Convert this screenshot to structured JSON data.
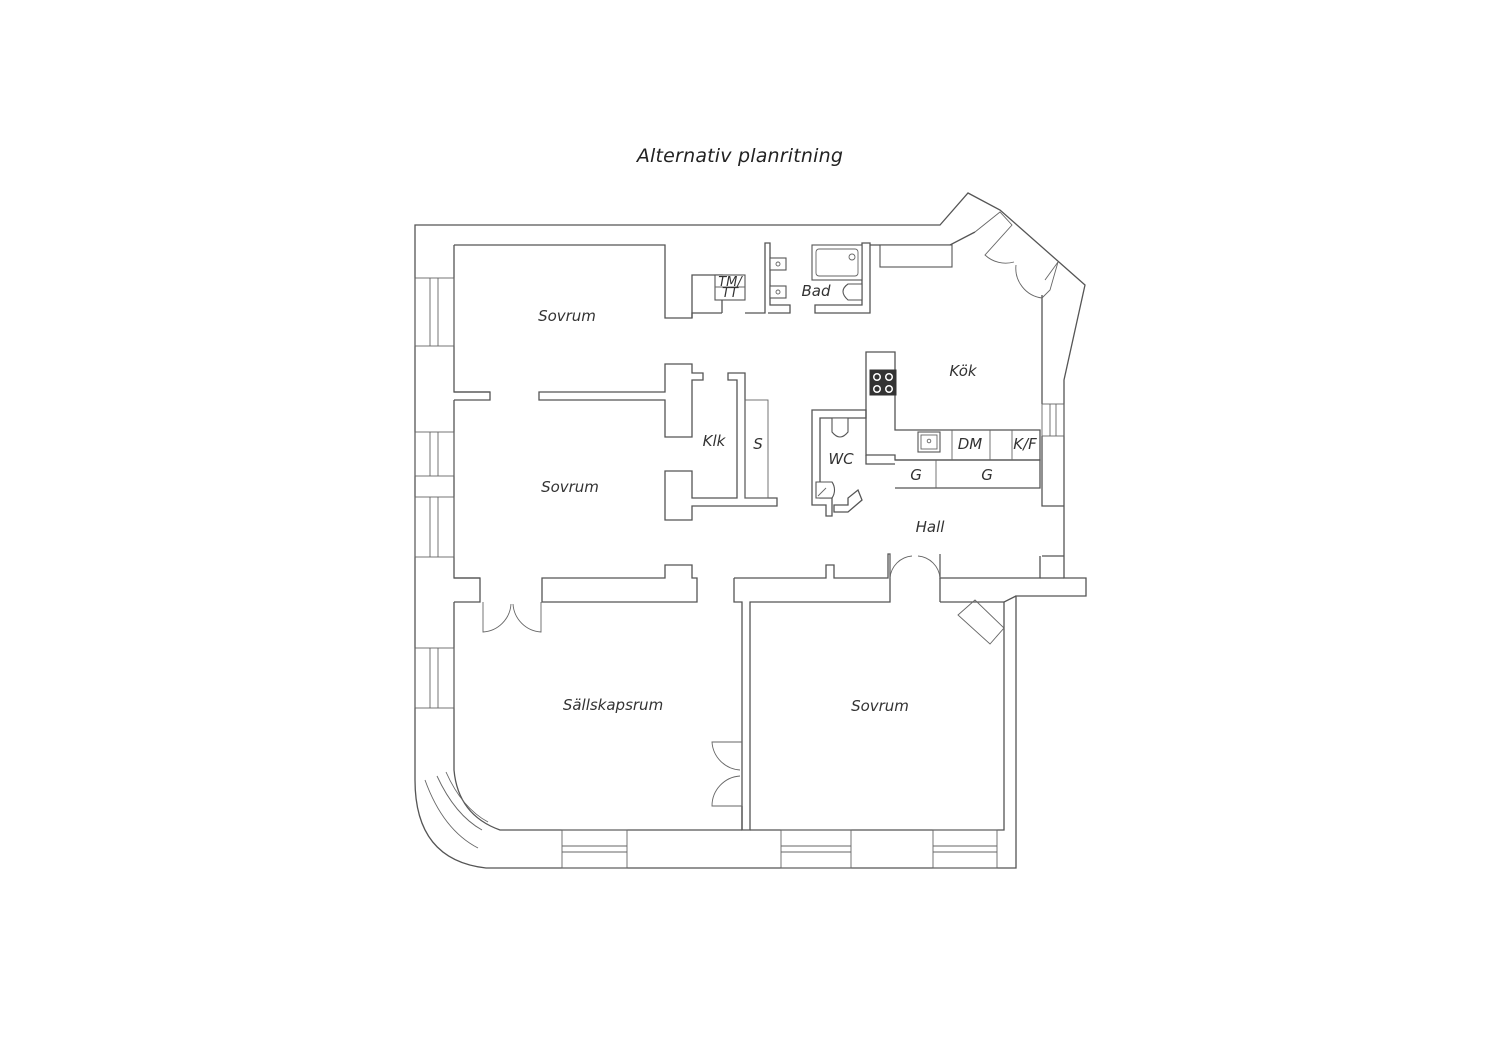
{
  "title": "Alternativ planritning",
  "rooms": {
    "sovrum_top": "Sovrum",
    "sovrum_mid": "Sovrum",
    "sovrum_bottom": "Sovrum",
    "sallskapsrum": "Sällskapsrum",
    "kok": "Kök",
    "hall": "Hall",
    "klk": "Klk",
    "bad": "Bad",
    "wc": "WC",
    "storage": "S"
  },
  "fixtures": {
    "tm_line1": "TM/",
    "tm_line2": "TT",
    "dm": "DM",
    "kf": "K/F",
    "g1": "G",
    "g2": "G"
  },
  "colors": {
    "line": "#555555",
    "background": "#ffffff",
    "stove": "#333333"
  }
}
